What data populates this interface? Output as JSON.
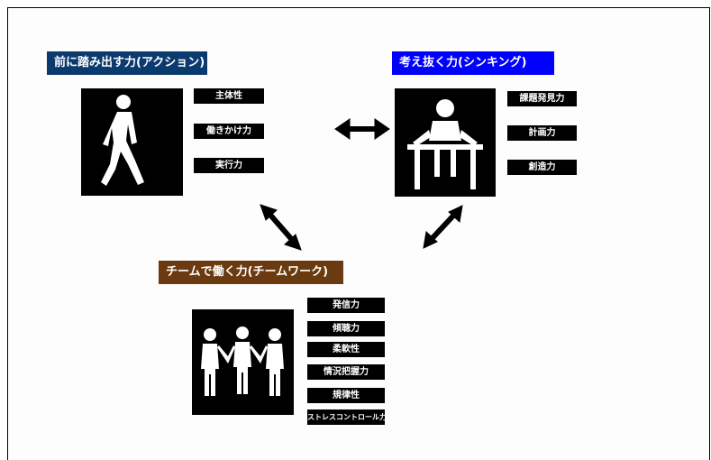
{
  "groups": {
    "action": {
      "title": "前に踏み出す力(アクション)",
      "color": "#0b3a6e",
      "skills": [
        "主体性",
        "働きかけ力",
        "実行力"
      ],
      "icon": "walking-person-icon"
    },
    "thinking": {
      "title": "考え抜く力(シンキング)",
      "color": "#0000ff",
      "skills": [
        "課題発見力",
        "計画力",
        "創造力"
      ],
      "icon": "person-at-desk-icon"
    },
    "teamwork": {
      "title": "チームで働く力(チームワーク)",
      "color": "#6b3a10",
      "skills": [
        "発信力",
        "傾聴力",
        "柔軟性",
        "情況把握力",
        "規律性",
        "ストレスコントロール力"
      ],
      "icon": "three-people-icon"
    }
  },
  "arrows": [
    "action-thinking",
    "action-teamwork",
    "thinking-teamwork"
  ]
}
